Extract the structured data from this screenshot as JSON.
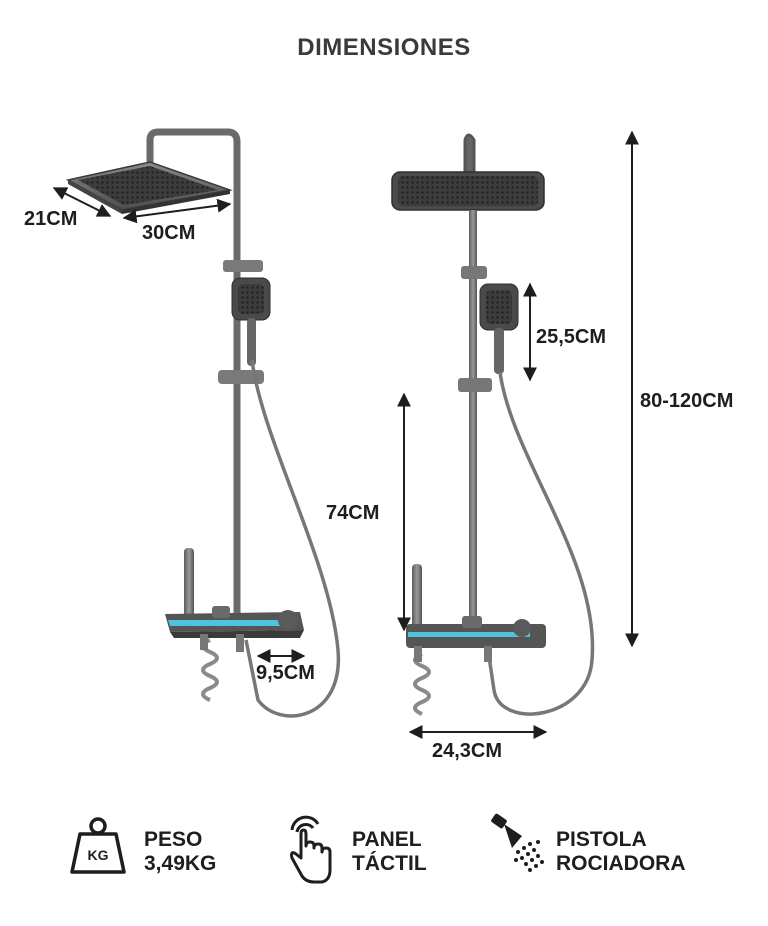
{
  "title": "DIMENSIONES",
  "dimensions": {
    "head_depth": "21CM",
    "head_width": "30CM",
    "handheld_height": "25,5CM",
    "total_height": "80-120CM",
    "bar_height": "74CM",
    "spout_length": "9,5CM",
    "shelf_width": "24,3CM"
  },
  "features": [
    {
      "icon": "weight-kg-icon",
      "icon_text": "KG",
      "line1": "PESO",
      "line2": "3,49KG"
    },
    {
      "icon": "touch-hand-icon",
      "line1": "PANEL",
      "line2": "TÁCTIL"
    },
    {
      "icon": "spray-head-icon",
      "line1": "PISTOLA",
      "line2": "ROCIADORA"
    }
  ],
  "colors": {
    "metal": "#6e6e6e",
    "metal_dark": "#4a4a4a",
    "glow": "#4fc3d9",
    "text": "#1e1e1e"
  }
}
